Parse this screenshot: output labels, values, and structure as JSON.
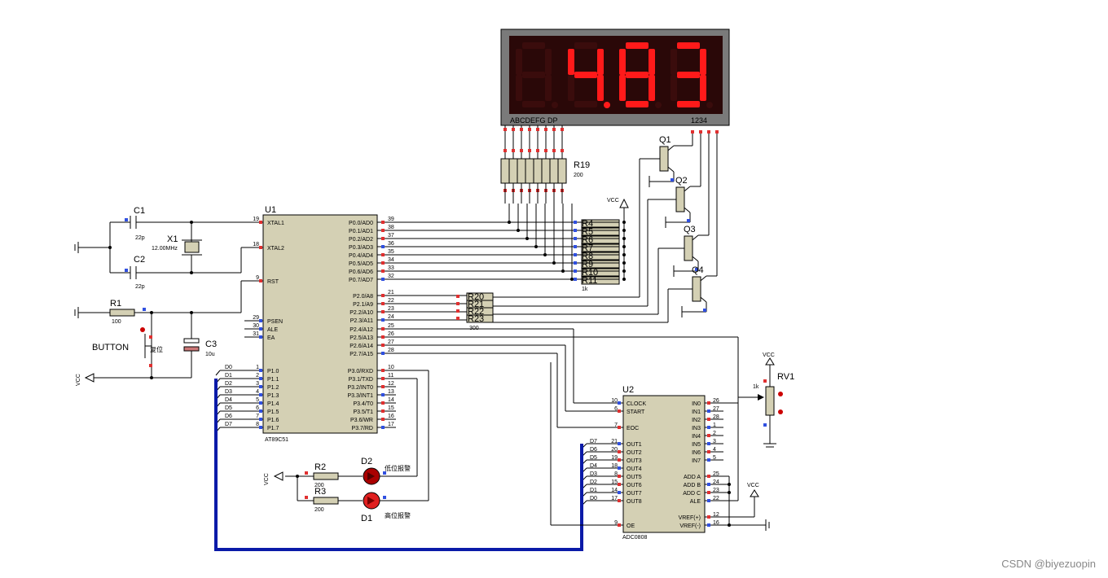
{
  "watermark": "CSDN @biyezuopin",
  "display": {
    "digits": [
      "",
      "4",
      "8",
      "3"
    ],
    "dp_digit_index": 1,
    "seg_label": "ABCDEFG  DP",
    "digit_label": "1234",
    "on_color": "#ff1a1a",
    "off_color": "#3a0c0c"
  },
  "components": {
    "u1": {
      "ref": "U1",
      "part": "AT89C51"
    },
    "u2": {
      "ref": "U2",
      "part": "ADC0808"
    },
    "c1": {
      "ref": "C1",
      "value": "22p"
    },
    "c2": {
      "ref": "C2",
      "value": "22p"
    },
    "c3": {
      "ref": "C3",
      "value": "10u"
    },
    "x1": {
      "ref": "X1",
      "value": "12.00MHz"
    },
    "r1": {
      "ref": "R1",
      "value": "100"
    },
    "r2": {
      "ref": "R2",
      "value": "200"
    },
    "r3": {
      "ref": "R3",
      "value": "200"
    },
    "r19": {
      "ref": "R19",
      "value": "200"
    },
    "r4": {
      "refs": [
        "R4",
        "R5",
        "R6",
        "R7",
        "R8",
        "R9",
        "R10",
        "R11"
      ],
      "value": "1k"
    },
    "r20": {
      "refs": [
        "R20",
        "R21",
        "R22",
        "R23"
      ],
      "value": "300"
    },
    "rv1": {
      "ref": "RV1",
      "value": "1k"
    },
    "q": [
      "Q1",
      "Q2",
      "Q3",
      "Q4"
    ],
    "d1": {
      "ref": "D1",
      "label": "高位报警"
    },
    "d2": {
      "ref": "D2",
      "label": "低位报警"
    },
    "button": {
      "ref": "BUTTON",
      "label": "复位"
    },
    "vcc": "VCC"
  },
  "u1_pins": {
    "left": [
      {
        "num": "19",
        "name": "XTAL1"
      },
      {
        "num": "18",
        "name": "XTAL2"
      },
      {
        "num": "9",
        "name": "RST"
      },
      {
        "num": "29",
        "name": "PSEN"
      },
      {
        "num": "30",
        "name": "ALE"
      },
      {
        "num": "31",
        "name": "EA"
      },
      {
        "num": "1",
        "name": "P1.0"
      },
      {
        "num": "2",
        "name": "P1.1"
      },
      {
        "num": "3",
        "name": "P1.2"
      },
      {
        "num": "4",
        "name": "P1.3"
      },
      {
        "num": "5",
        "name": "P1.4"
      },
      {
        "num": "6",
        "name": "P1.5"
      },
      {
        "num": "7",
        "name": "P1.6"
      },
      {
        "num": "8",
        "name": "P1.7"
      }
    ],
    "right": [
      {
        "num": "39",
        "name": "P0.0/AD0"
      },
      {
        "num": "38",
        "name": "P0.1/AD1"
      },
      {
        "num": "37",
        "name": "P0.2/AD2"
      },
      {
        "num": "36",
        "name": "P0.3/AD3"
      },
      {
        "num": "35",
        "name": "P0.4/AD4"
      },
      {
        "num": "34",
        "name": "P0.5/AD5"
      },
      {
        "num": "33",
        "name": "P0.6/AD6"
      },
      {
        "num": "32",
        "name": "P0.7/AD7"
      },
      {
        "num": "21",
        "name": "P2.0/A8"
      },
      {
        "num": "22",
        "name": "P2.1/A9"
      },
      {
        "num": "23",
        "name": "P2.2/A10"
      },
      {
        "num": "24",
        "name": "P2.3/A11"
      },
      {
        "num": "25",
        "name": "P2.4/A12"
      },
      {
        "num": "26",
        "name": "P2.5/A13"
      },
      {
        "num": "27",
        "name": "P2.6/A14"
      },
      {
        "num": "28",
        "name": "P2.7/A15"
      },
      {
        "num": "10",
        "name": "P3.0/RXD"
      },
      {
        "num": "11",
        "name": "P3.1/TXD"
      },
      {
        "num": "12",
        "name": "P3.2/INT0"
      },
      {
        "num": "13",
        "name": "P3.3/INT1"
      },
      {
        "num": "14",
        "name": "P3.4/T0"
      },
      {
        "num": "15",
        "name": "P3.5/T1"
      },
      {
        "num": "16",
        "name": "P3.6/WR"
      },
      {
        "num": "17",
        "name": "P3.7/RD"
      }
    ],
    "bus_labels": [
      "D0",
      "D1",
      "D2",
      "D3",
      "D4",
      "D5",
      "D6",
      "D7"
    ]
  },
  "u2_pins": {
    "left": [
      {
        "num": "10",
        "name": "CLOCK"
      },
      {
        "num": "6",
        "name": "START"
      },
      {
        "num": "7",
        "name": "EOC"
      },
      {
        "num": "21",
        "name": "OUT1"
      },
      {
        "num": "20",
        "name": "OUT2"
      },
      {
        "num": "19",
        "name": "OUT3"
      },
      {
        "num": "18",
        "name": "OUT4"
      },
      {
        "num": "8",
        "name": "OUT5"
      },
      {
        "num": "15",
        "name": "OUT6"
      },
      {
        "num": "14",
        "name": "OUT7"
      },
      {
        "num": "17",
        "name": "OUT8"
      },
      {
        "num": "9",
        "name": "OE"
      }
    ],
    "right": [
      {
        "num": "26",
        "name": "IN0"
      },
      {
        "num": "27",
        "name": "IN1"
      },
      {
        "num": "28",
        "name": "IN2"
      },
      {
        "num": "1",
        "name": "IN3"
      },
      {
        "num": "2",
        "name": "IN4"
      },
      {
        "num": "3",
        "name": "IN5"
      },
      {
        "num": "4",
        "name": "IN6"
      },
      {
        "num": "5",
        "name": "IN7"
      },
      {
        "num": "25",
        "name": "ADD A"
      },
      {
        "num": "24",
        "name": "ADD B"
      },
      {
        "num": "23",
        "name": "ADD C"
      },
      {
        "num": "22",
        "name": "ALE"
      },
      {
        "num": "12",
        "name": "VREF(+)"
      },
      {
        "num": "16",
        "name": "VREF(-)"
      }
    ],
    "bus_labels": [
      "D7",
      "D6",
      "D5",
      "D4",
      "D3",
      "D2",
      "D1",
      "D0"
    ]
  }
}
